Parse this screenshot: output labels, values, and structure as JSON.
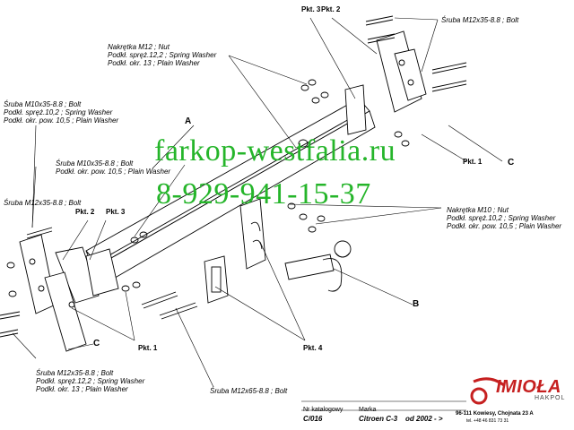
{
  "watermark": {
    "site": "farkop-westfalia.ru",
    "phone": "8-929-941-15-37"
  },
  "callouts": {
    "top_center": [
      "Nakrętka  M12 ; Nut",
      "Podkł. spręż.12,2 ; Spring Washer",
      "Podkł. okr. 13 ; Plain Washer"
    ],
    "top_right": [
      "Śruba M12x35-8.8 ;  Bolt"
    ],
    "left_mid": [
      "Śruba M10x35-8.8 ;  Bolt",
      "Podkł. spręż.10,2 ; Spring Washer",
      "Podkł. okr. pow. 10,5 ; Plain Washer"
    ],
    "left_mid2": [
      "Śruba M10x35-8.8 ;  Bolt",
      "Podkł. okr. pow. 10,5 ; Plain Washer"
    ],
    "left_lower": [
      "Śruba M12x35-8.8 ;  Bolt"
    ],
    "right_mid": [
      "Nakrętka  M10 ; Nut",
      "Podkł. spręż.10,2 ; Spring Washer",
      "Podkł. okr. pow. 10,5 ; Plain Washer"
    ],
    "bottom_left": [
      "Śruba M12x35-8.8 ;  Bolt",
      "Podkł. spręż.12,2 ; Spring Washer",
      "Podkł. okr. 13 ; Plain Washer"
    ],
    "bottom_center": [
      "Śruba M12x65-8.8 ;  Bolt"
    ]
  },
  "pkt_labels": {
    "p3_top": "Pkt. 3",
    "p2_top": "Pkt. 2",
    "p1_right": "Pkt. 1",
    "p2_left": "Pkt. 2",
    "p3_left": "Pkt. 3",
    "p1_bottom": "Pkt. 1",
    "p4": "Pkt. 4"
  },
  "letters": {
    "a": "A",
    "b": "B",
    "c_right": "C",
    "c_left": "C"
  },
  "footer": {
    "catalog_label": "Nr katalogowy",
    "catalog_no": "C/016",
    "brand_label": "Marka",
    "brand": "Citroen C-3",
    "year": "od  2002 - >"
  },
  "logo": {
    "name": "IMIOŁA",
    "sub": "HAKPOL",
    "address": "96-111 Kowiesy, Chojnata 23 A",
    "phone": "tel. +48 46 831 73 31"
  },
  "colors": {
    "watermark": "#25b52a",
    "logo": "#c62020"
  }
}
